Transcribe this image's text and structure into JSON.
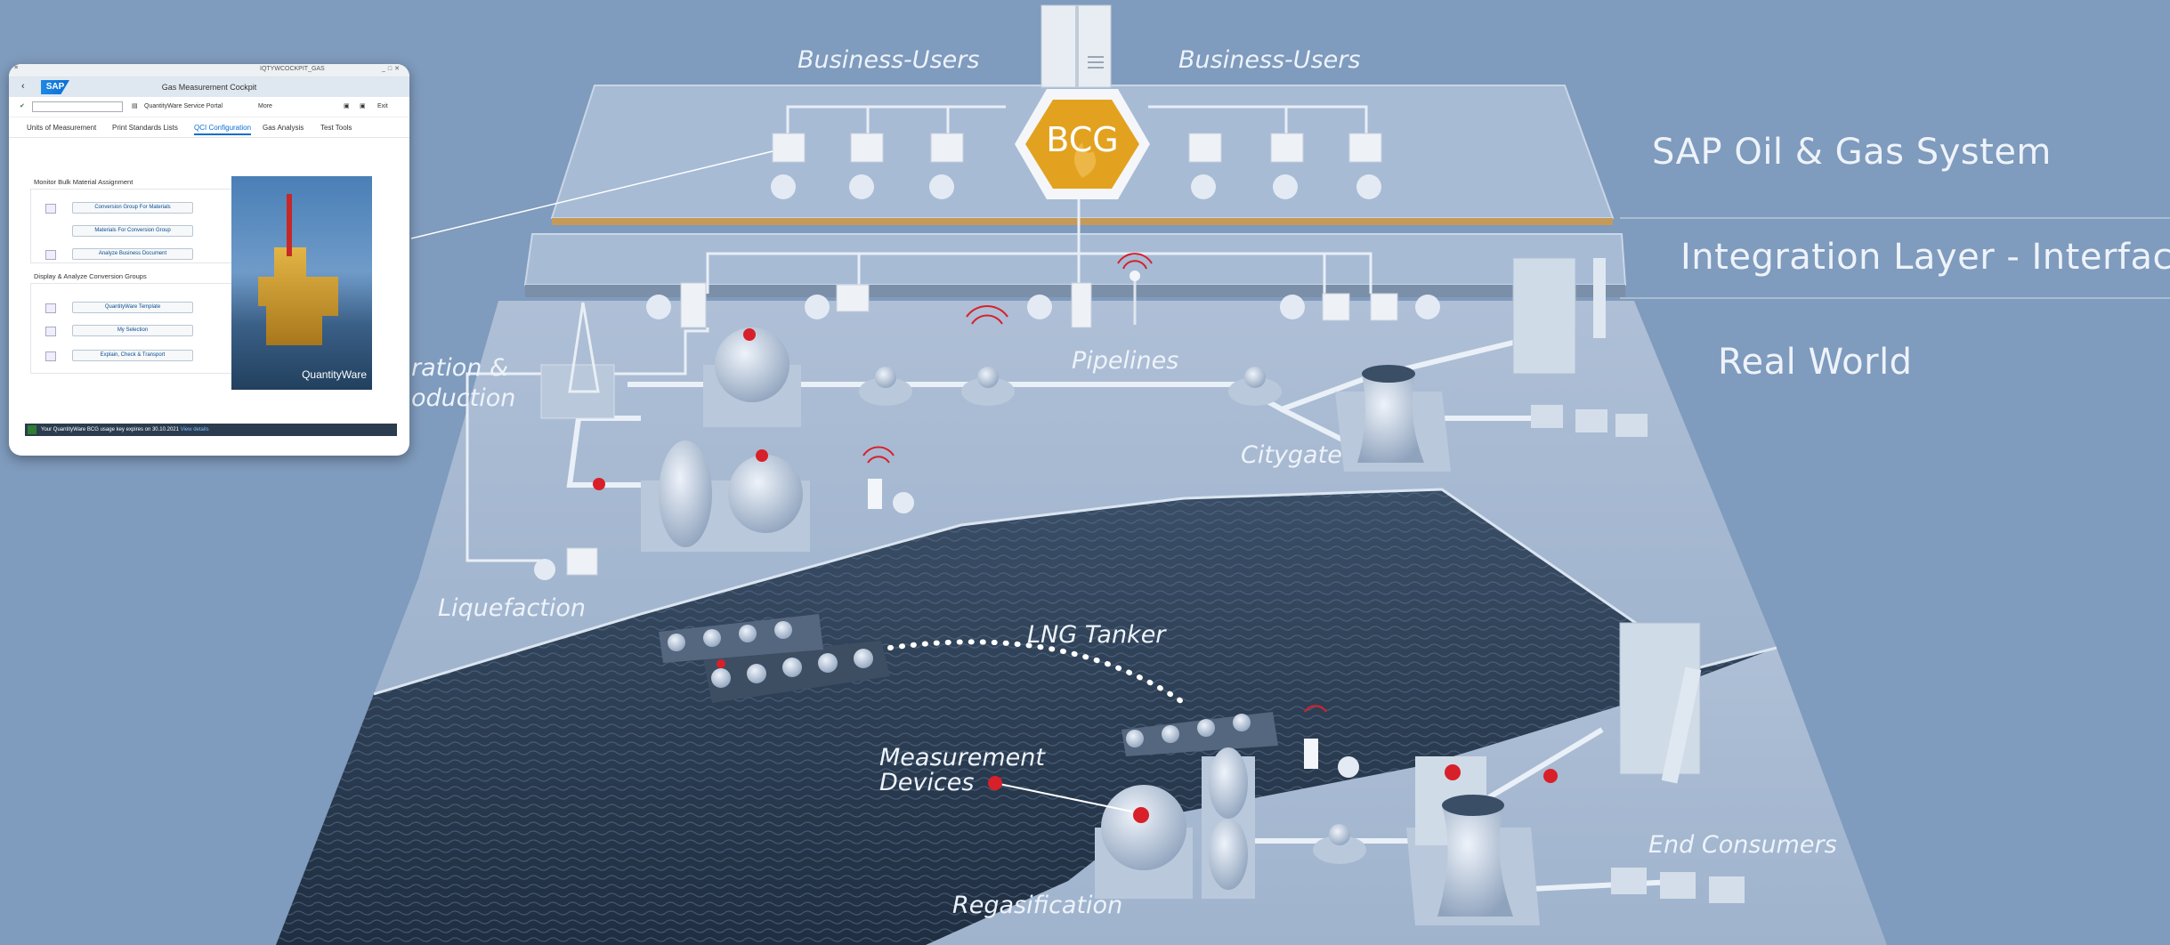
{
  "labels": {
    "business_users_left": "Business-Users",
    "business_users_right": "Business-Users",
    "bcg": "BCG",
    "sap_system": "SAP Oil & Gas System",
    "integration_layer": "Integration Layer - Interfaces",
    "real_world": "Real World",
    "exploration_production": "...ration &\n...oduction",
    "exploration_line1": "ration &",
    "exploration_line2": "oduction",
    "pipelines": "Pipelines",
    "citygate": "Citygate",
    "liquefaction": "Liquefaction",
    "lng_tanker": "LNG Tanker",
    "measurement_line1": "Measurement",
    "measurement_line2": "Devices",
    "end_consumers": "End Consumers",
    "regasification": "Regasification"
  },
  "sap_window": {
    "system_id": "IQTYWCOCKPIT_GAS",
    "title": "Gas Measurement Cockpit",
    "toolbar": {
      "service_portal": "QuantityWare Service Portal",
      "more": "More",
      "exit": "Exit"
    },
    "tabs": [
      "Units of Measurement",
      "Print Standards Lists",
      "QCI Configuration",
      "Gas Analysis",
      "Test Tools"
    ],
    "active_tab": "QCI Configuration",
    "section1": {
      "title": "Monitor Bulk Material Assignment",
      "buttons": [
        "Conversion Group For Materials",
        "Materials For Conversion Group",
        "Analyze Business Document"
      ]
    },
    "section2": {
      "title": "Display & Analyze Conversion Groups",
      "buttons": [
        "QuantityWare Template",
        "My Selection",
        "Explain, Check & Transport"
      ]
    },
    "brand": "QuantityWare",
    "status_message": "Your QuantityWare BCG usage key expires on 30.10.2021",
    "status_link": "View details"
  },
  "colors": {
    "background": "#7f9bbd",
    "bcg_gold": "#e2a21f",
    "measurement_red": "#d8202a",
    "water": "#2c3e52"
  }
}
